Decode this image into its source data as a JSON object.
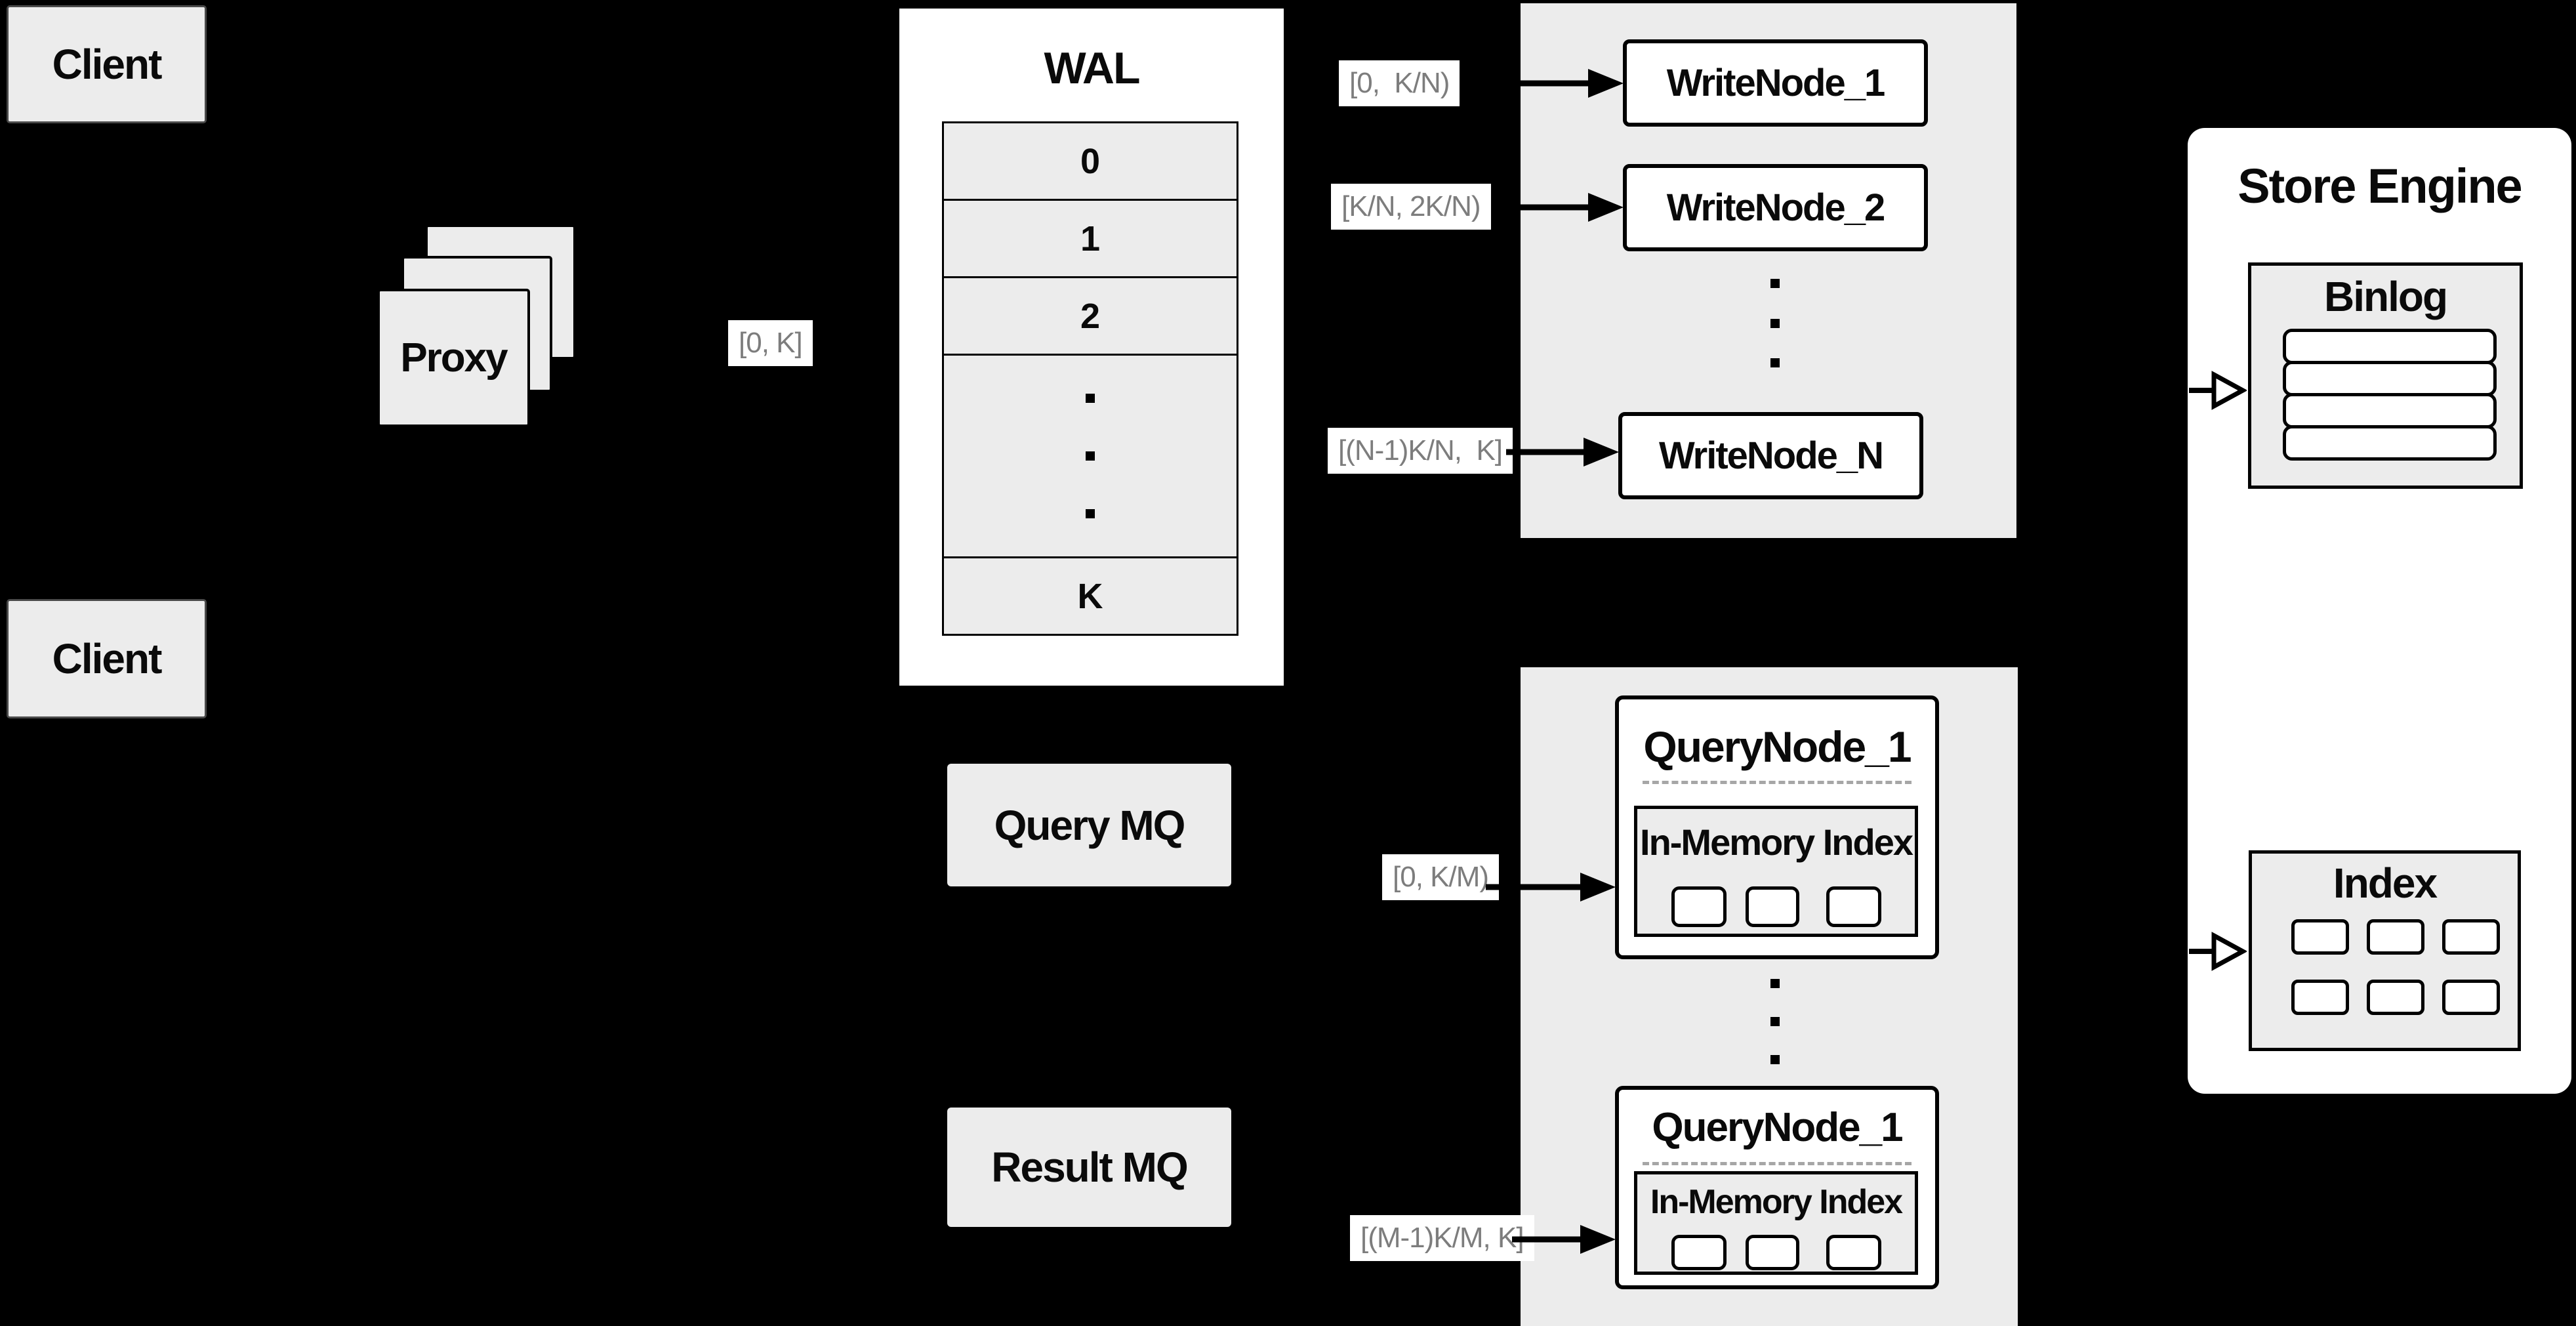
{
  "colors": {
    "background": "#000000",
    "panel_gray": "#ececec",
    "panel_white": "#ffffff",
    "border_black": "#000000",
    "range_label_text": "#7d7d7d",
    "dashed_divider": "#a6a6a6"
  },
  "clients": {
    "top_label": "Client",
    "bottom_label": "Client"
  },
  "proxy": {
    "label": "Proxy",
    "range": "[0, K]"
  },
  "wal": {
    "title": "WAL",
    "row0": "0",
    "row1": "1",
    "row2": "2",
    "rowK": "K"
  },
  "write_nodes": {
    "node1": {
      "label": "WriteNode_1",
      "range": "[0,  K/N)"
    },
    "node2": {
      "label": "WriteNode_2",
      "range": "[K/N, 2K/N)"
    },
    "nodeN": {
      "label": "WriteNode_N",
      "range": "[(N-1)K/N,  K]"
    }
  },
  "mq": {
    "query_label": "Query MQ",
    "result_label": "Result MQ"
  },
  "query_nodes": {
    "node1": {
      "title": "QueryNode_1",
      "inner_title": "In-Memory Index",
      "range": "[0, K/M)"
    },
    "node2": {
      "title": "QueryNode_1",
      "inner_title": "In-Memory Index",
      "range": "[(M-1)K/M, K]"
    }
  },
  "store_engine": {
    "title": "Store Engine",
    "binlog_title": "Binlog",
    "index_title": "Index"
  }
}
